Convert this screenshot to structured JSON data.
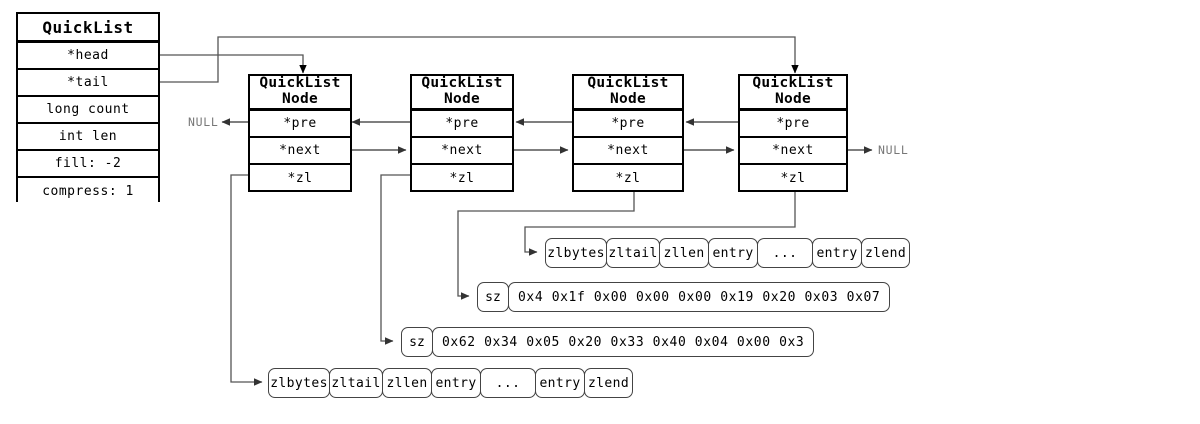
{
  "diagram": {
    "title": "Redis QuickList structure diagram",
    "colors": {
      "stroke": "#000000",
      "wire": "#555555",
      "cell_border": "#444444",
      "null_text": "#777777",
      "background": "#ffffff"
    }
  },
  "quicklist": {
    "header": "QuickList",
    "rows": [
      {
        "label": "*head"
      },
      {
        "label": "*tail"
      },
      {
        "label": "long count"
      },
      {
        "label": "int len"
      },
      {
        "label": "fill: -2"
      },
      {
        "label": "compress: 1"
      }
    ]
  },
  "nodes": [
    {
      "title_line1": "QuickList",
      "title_line2": "Node",
      "fields": [
        "*pre",
        "*next",
        "*zl"
      ]
    },
    {
      "title_line1": "QuickList",
      "title_line2": "Node",
      "fields": [
        "*pre",
        "*next",
        "*zl"
      ]
    },
    {
      "title_line1": "QuickList",
      "title_line2": "Node",
      "fields": [
        "*pre",
        "*next",
        "*zl"
      ]
    },
    {
      "title_line1": "QuickList",
      "title_line2": "Node",
      "fields": [
        "*pre",
        "*next",
        "*zl"
      ]
    }
  ],
  "null_labels": {
    "left": "NULL",
    "right": "NULL"
  },
  "ziplists": [
    {
      "id": "ziplist-upper",
      "cells": [
        "zlbytes",
        "zltail",
        "zllen",
        "entry",
        "...",
        "entry",
        "zlend"
      ]
    },
    {
      "id": "ziplist-lower",
      "cells": [
        "zlbytes",
        "zltail",
        "zllen",
        "entry",
        "...",
        "entry",
        "zlend"
      ]
    }
  ],
  "byte_rows": [
    {
      "id": "byte-row-upper",
      "sz": "sz",
      "bytes": "0x4 0x1f 0x00 0x00 0x00 0x19 0x20 0x03 0x07"
    },
    {
      "id": "byte-row-lower",
      "sz": "sz",
      "bytes": "0x62 0x34 0x05 0x20 0x33 0x40 0x04 0x00 0x3"
    }
  ]
}
